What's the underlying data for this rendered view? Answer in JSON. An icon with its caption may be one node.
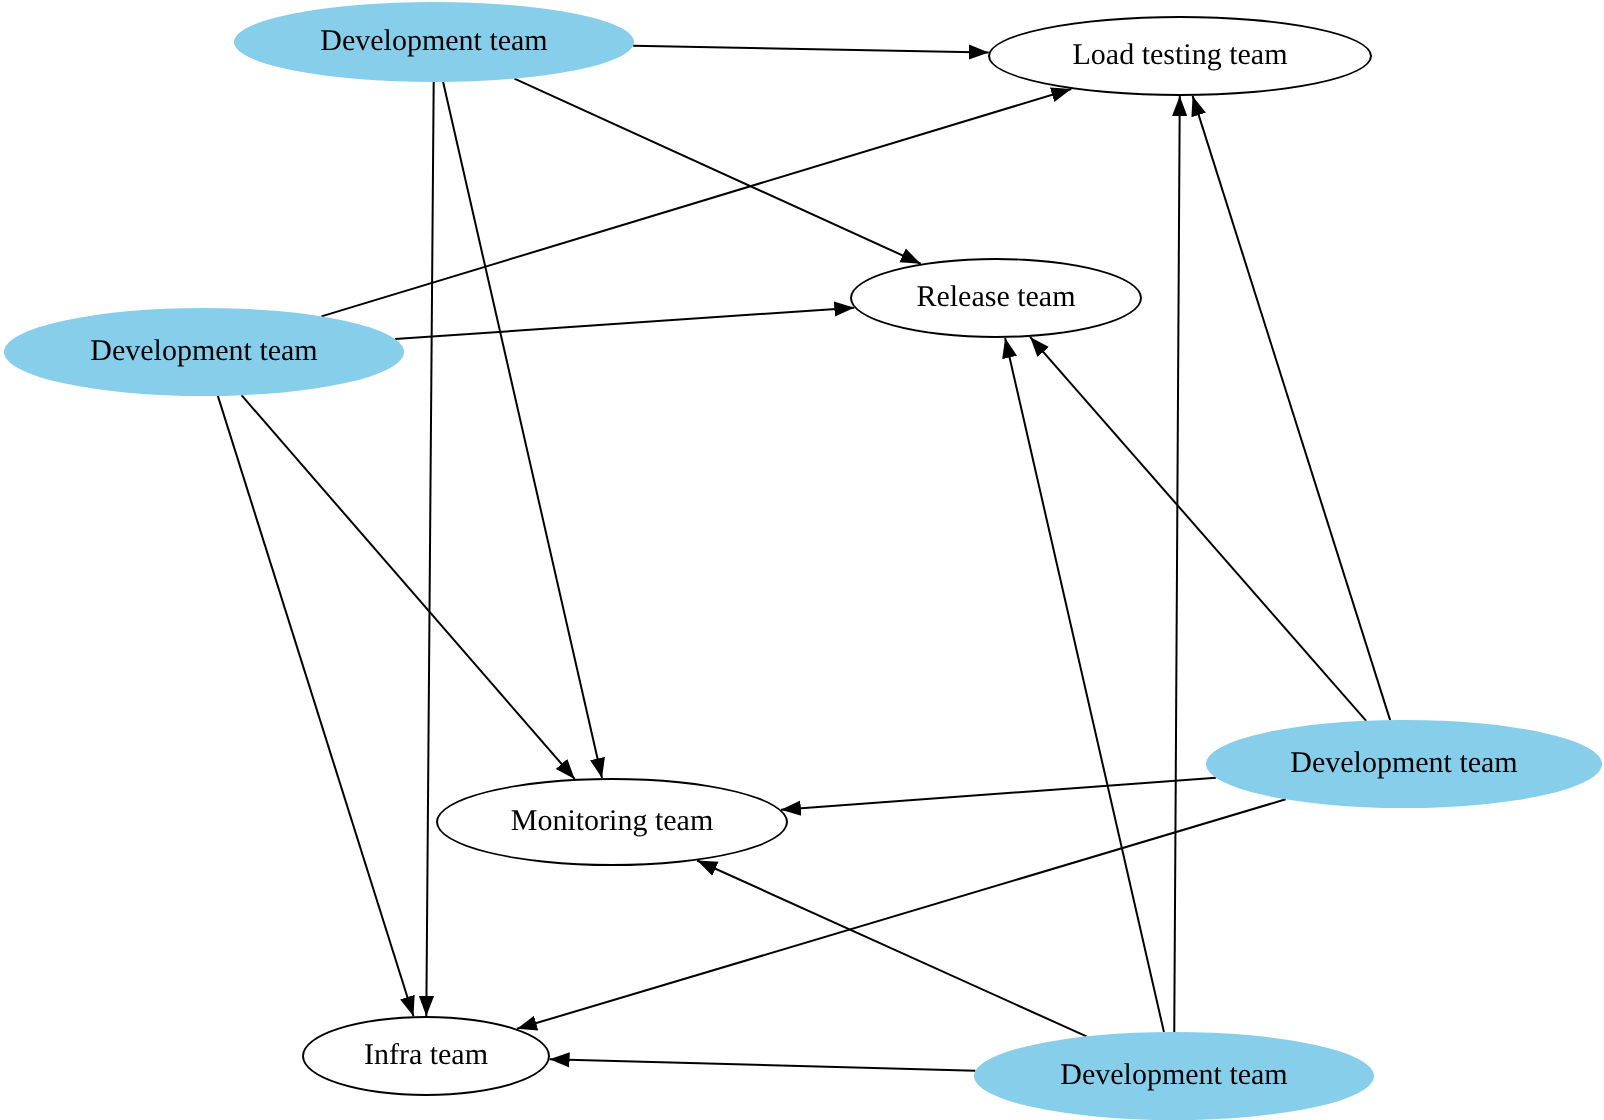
{
  "diagram": {
    "nodes": [
      {
        "text": [
          "Development team"
        ]
      },
      {
        "text": [
          "Load testing team"
        ]
      },
      {
        "text": [
          "Release team"
        ]
      },
      {
        "text": [
          "Development team"
        ]
      },
      {
        "text": [
          "Development team"
        ]
      },
      {
        "text": [
          "Monitoring team"
        ]
      },
      {
        "text": [
          "Infra team"
        ]
      },
      {
        "text": [
          "Development team"
        ]
      }
    ],
    "edges": [
      {
        "from": 0,
        "to": 1,
        "arrow": "to"
      },
      {
        "from": 0,
        "to": 2,
        "arrow": "to"
      },
      {
        "from": 0,
        "to": 5,
        "arrow": "to"
      },
      {
        "from": 0,
        "to": 6,
        "arrow": "to"
      },
      {
        "from": 3,
        "to": 1,
        "arrow": "to"
      },
      {
        "from": 3,
        "to": 2,
        "arrow": "to"
      },
      {
        "from": 3,
        "to": 5,
        "arrow": "to"
      },
      {
        "from": 3,
        "to": 6,
        "arrow": "to"
      },
      {
        "from": 4,
        "to": 1,
        "arrow": "to"
      },
      {
        "from": 4,
        "to": 2,
        "arrow": "to"
      },
      {
        "from": 4,
        "to": 5,
        "arrow": "to"
      },
      {
        "from": 4,
        "to": 6,
        "arrow": "to"
      },
      {
        "from": 7,
        "to": 1,
        "arrow": "to"
      },
      {
        "from": 7,
        "to": 2,
        "arrow": "to"
      },
      {
        "from": 7,
        "to": 5,
        "arrow": "to"
      },
      {
        "from": 7,
        "to": 6,
        "arrow": "to"
      }
    ]
  }
}
